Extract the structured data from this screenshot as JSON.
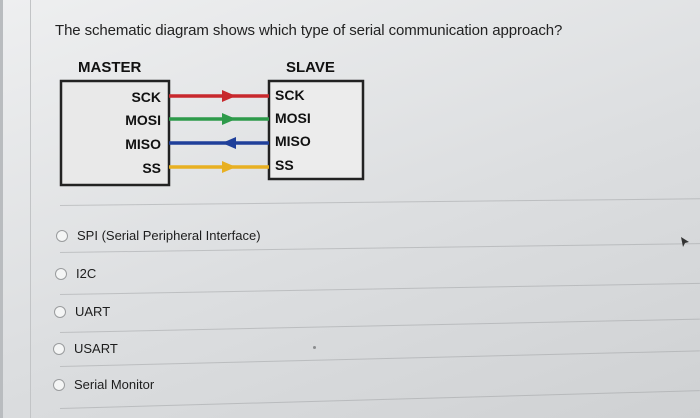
{
  "question": {
    "text": "The schematic diagram shows which type of serial communication approach?"
  },
  "diagram": {
    "master_label": "MASTER",
    "slave_label": "SLAVE",
    "master_pins": [
      "SCK",
      "MOSI",
      "MISO",
      "SS"
    ],
    "slave_pins": [
      "SCK",
      "MOSI",
      "MISO",
      "SS"
    ],
    "wires": [
      {
        "signal": "SCK",
        "color": "#c8282d",
        "direction": "master-to-slave"
      },
      {
        "signal": "MOSI",
        "color": "#2d9a4a",
        "direction": "master-to-slave"
      },
      {
        "signal": "MISO",
        "color": "#1f3f9a",
        "direction": "slave-to-master"
      },
      {
        "signal": "SS",
        "color": "#e8b022",
        "direction": "master-to-slave"
      }
    ]
  },
  "options": [
    {
      "label": "SPI (Serial Peripheral Interface)",
      "selected": false
    },
    {
      "label": "I2C",
      "selected": false
    },
    {
      "label": "UART",
      "selected": false
    },
    {
      "label": "USART",
      "selected": false
    },
    {
      "label": "Serial Monitor",
      "selected": false
    }
  ],
  "colors": {
    "background": "#e2e4e5",
    "text": "#222222",
    "box_fill": "#e9e9e9",
    "box_border": "#222222"
  }
}
